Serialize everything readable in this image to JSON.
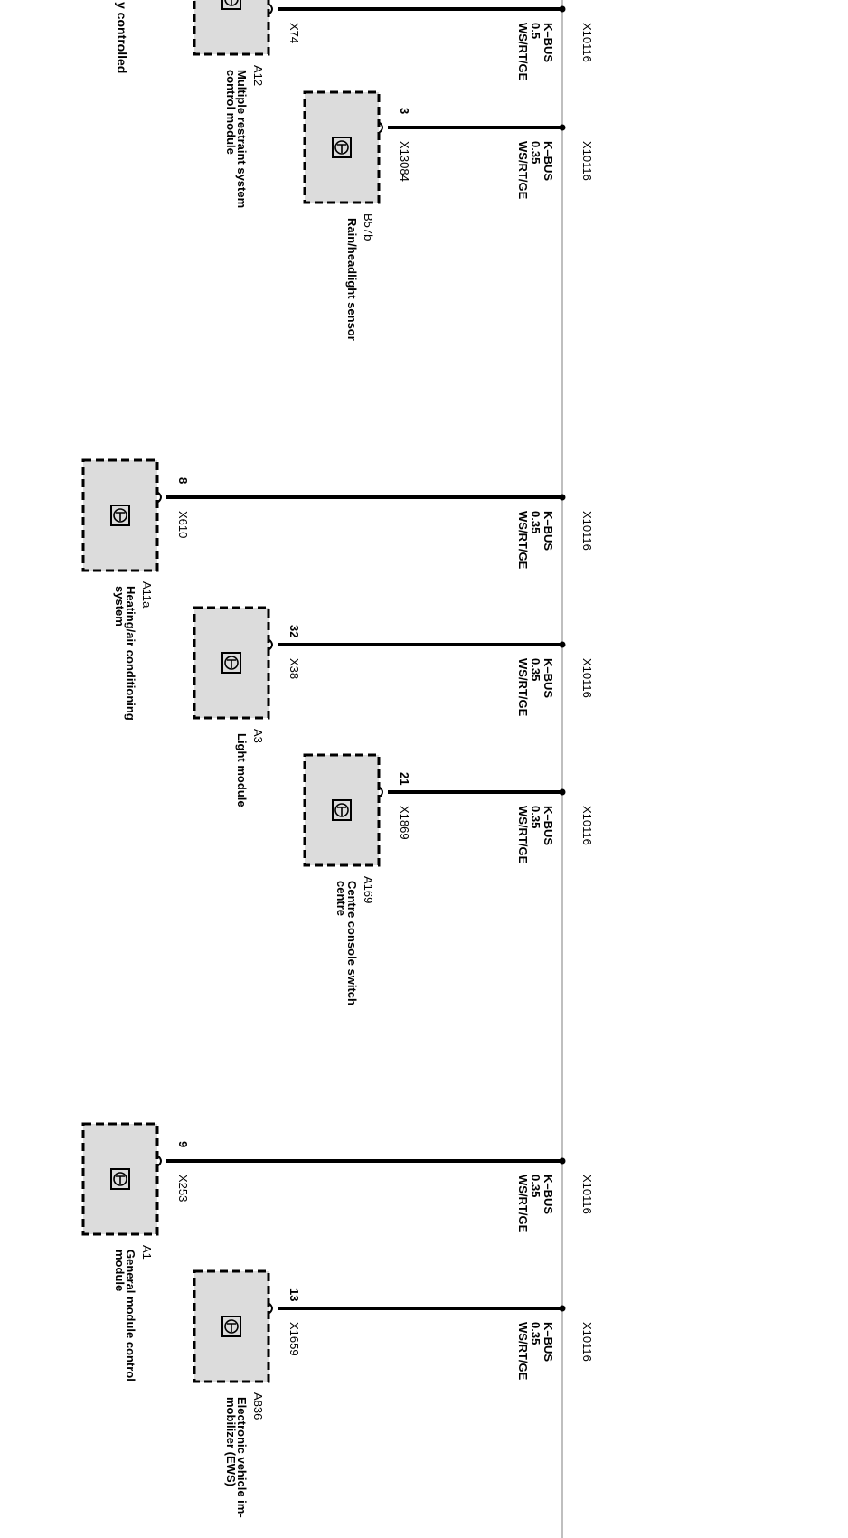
{
  "diagram": {
    "bus": {
      "connector": "X10116",
      "color": "#aaaaaa"
    },
    "module_box": {
      "fill": "#dcdcdc",
      "border": "#000000"
    },
    "wire_color": "#000000",
    "branches": [
      {
        "id": "a12",
        "pin": "",
        "connector": "X74",
        "code": "A12",
        "name_lines": [
          "Multiple restraint system",
          "control module"
        ],
        "wire_lines": [
          "K–BUS",
          "0.5",
          "WS/RT/GE"
        ],
        "bus_conn": "X10116"
      },
      {
        "id": "b57b",
        "pin": "3",
        "connector": "X13084",
        "code": "B57b",
        "name_lines": [
          "Rain/headlight sensor"
        ],
        "wire_lines": [
          "K–BUS",
          "0.35",
          "WS/RT/GE"
        ],
        "bus_conn": "X10116"
      },
      {
        "id": "a11a",
        "pin": "8",
        "connector": "X610",
        "code": "A11a",
        "name_lines": [
          "Heating/air conditioning",
          "system"
        ],
        "wire_lines": [
          "K–BUS",
          "0.35",
          "WS/RT/GE"
        ],
        "bus_conn": "X10116"
      },
      {
        "id": "a3",
        "pin": "32",
        "connector": "X38",
        "code": "A3",
        "name_lines": [
          "Light module"
        ],
        "wire_lines": [
          "K–BUS",
          "0.35",
          "WS/RT/GE"
        ],
        "bus_conn": "X10116"
      },
      {
        "id": "a169",
        "pin": "21",
        "connector": "X1869",
        "code": "A169",
        "name_lines": [
          "Centre console switch",
          "centre"
        ],
        "wire_lines": [
          "K–BUS",
          "0.35",
          "WS/RT/GE"
        ],
        "bus_conn": "X10116"
      },
      {
        "id": "a1",
        "pin": "9",
        "connector": "X253",
        "code": "A1",
        "name_lines": [
          "General module control",
          "module"
        ],
        "wire_lines": [
          "K–BUS",
          "0.35",
          "WS/RT/GE"
        ],
        "bus_conn": "X10116"
      },
      {
        "id": "a836",
        "pin": "13",
        "connector": "X1659",
        "code": "A836",
        "name_lines": [
          "Electronic vehicle im-",
          "mobilizer (EWS)"
        ],
        "wire_lines": [
          "K–BUS",
          "0.35",
          "WS/RT/GE"
        ],
        "bus_conn": "X10116"
      }
    ],
    "edge_text": "y controlled"
  }
}
